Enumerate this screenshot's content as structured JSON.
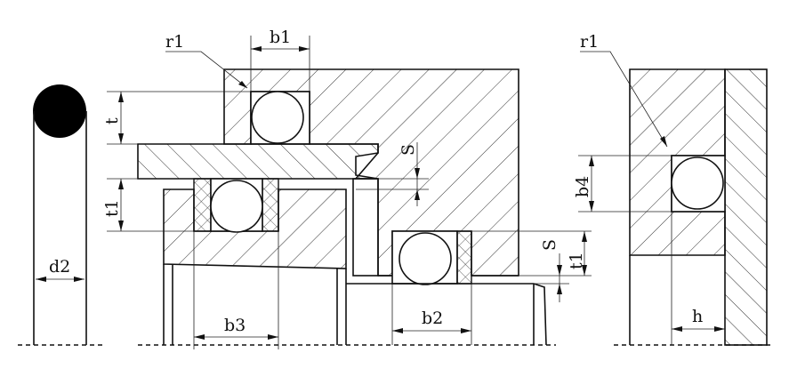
{
  "labels": {
    "r1_left": "r1",
    "b1": "b1",
    "t": "t",
    "s_upper": "S",
    "t1_left": "t1",
    "b3": "b3",
    "b2": "b2",
    "s_lower": "S",
    "t1_right": "t1",
    "d2": "d2",
    "r1_right": "r1",
    "b4": "b4",
    "h": "h"
  }
}
